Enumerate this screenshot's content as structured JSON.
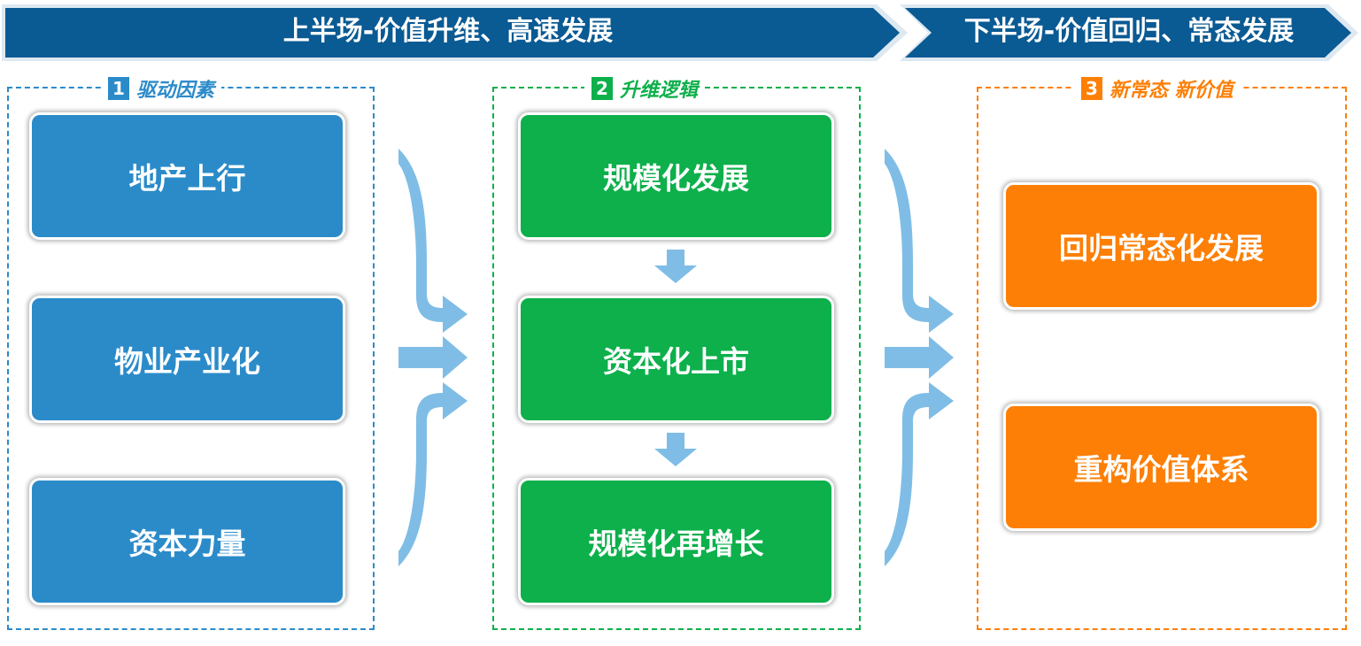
{
  "header": {
    "first_half": "上半场-价值升维、高速发展",
    "second_half": "下半场-价值回归、常态发展"
  },
  "panels": [
    {
      "number": "1",
      "title": "驱动因素",
      "color": "#2b8bc9",
      "items": [
        "地产上行",
        "物业产业化",
        "资本力量"
      ]
    },
    {
      "number": "2",
      "title": "升维逻辑",
      "color": "#0db04b",
      "items": [
        "规模化发展",
        "资本化上市",
        "规模化再增长"
      ]
    },
    {
      "number": "3",
      "title": "新常态 新价值",
      "color": "#fd7f05",
      "items": [
        "回归常态化发展",
        "重构价值体系"
      ]
    }
  ],
  "colors": {
    "banner": "#0a5a93",
    "arrow": "#7fbde6"
  }
}
